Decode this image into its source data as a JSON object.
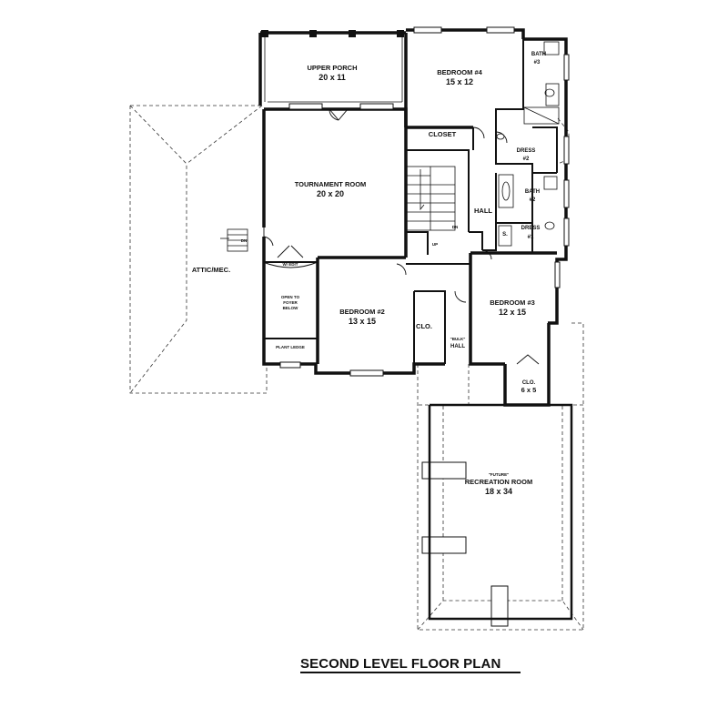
{
  "rooms": {
    "upper_porch": {
      "name": "UPPER PORCH",
      "size": "20 x 11"
    },
    "bedroom4": {
      "name": "BEDROOM #4",
      "size": "15 x 12"
    },
    "bath3": {
      "name": "BATH",
      "num": "#3"
    },
    "closet": {
      "name": "CLOSET"
    },
    "dress2": {
      "name": "DRESS",
      "num": "#2"
    },
    "tournament": {
      "name": "TOURNAMENT ROOM",
      "size": "20 x 20"
    },
    "bath2": {
      "name": "BATH",
      "num": "#2"
    },
    "hall": {
      "name": "HALL"
    },
    "dress1": {
      "name": "DRESS",
      "num": "#1"
    },
    "attic": {
      "name": "ATTIC/MEC."
    },
    "bedroom2": {
      "name": "BEDROOM #2",
      "size": "13 x 15"
    },
    "bedroom3": {
      "name": "BEDROOM #3",
      "size": "12 x 15"
    },
    "clo_b2": {
      "name": "CLO."
    },
    "bulk_hall": {
      "tag": "\"BULK\"",
      "name": "HALL"
    },
    "clo_b3": {
      "name": "CLO.",
      "size": "6 x 5"
    },
    "recreation": {
      "tag": "\"FUTURE\"",
      "name": "RECREATION ROOM",
      "size": "18 x 34"
    },
    "open_below": {
      "line1": "OPEN TO",
      "line2": "FOYER",
      "line3": "BELOW"
    },
    "plant_ledge": {
      "name": "PLANT LEDGE"
    }
  },
  "markers": {
    "dn_stair": "DN",
    "dn_attic": "DN",
    "up": "UP",
    "shelf": "S.",
    "entry": "W/ EDIT"
  },
  "caption": "SECOND LEVEL FLOOR PLAN"
}
